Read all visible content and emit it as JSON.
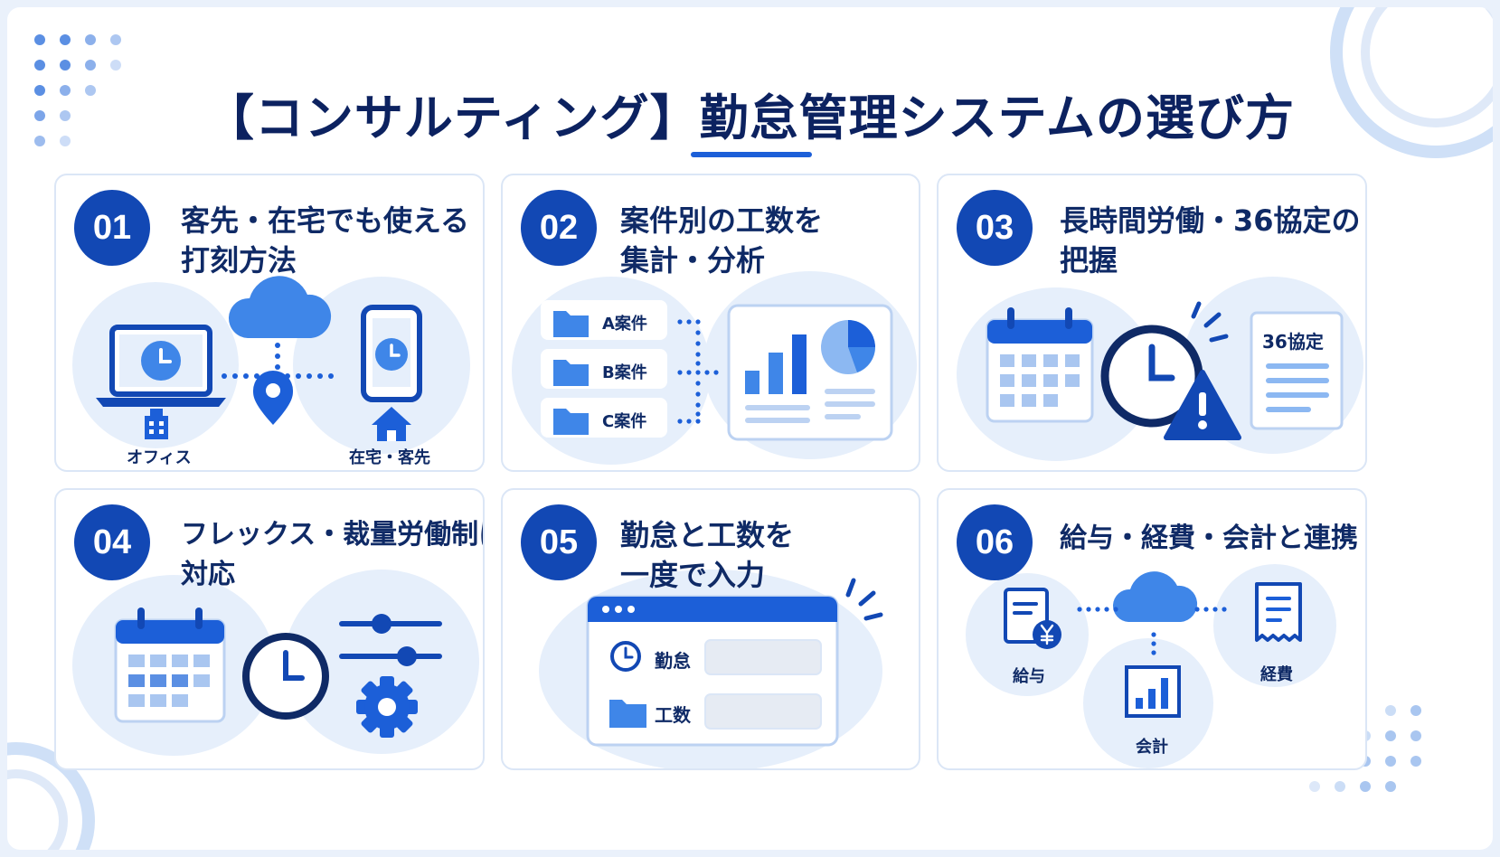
{
  "title": "【コンサルティング】勤怠管理システムの選び方",
  "colors": {
    "accent": "#1c5fd8",
    "navy": "#1248b4",
    "light": "#e6effb",
    "title": "#0c2260"
  },
  "cards": [
    {
      "num": "01",
      "title_lines": [
        "客先・在宅でも使える",
        "打刻方法"
      ],
      "labels": {
        "office": "オフィス",
        "home": "在宅・客先"
      },
      "icons": [
        "laptop-clock-icon",
        "cloud-icon",
        "location-pin-icon",
        "smartphone-clock-icon",
        "building-icon",
        "home-icon"
      ]
    },
    {
      "num": "02",
      "title_lines": [
        "案件別の工数を",
        "集計・分析"
      ],
      "labels": {
        "a": "A案件",
        "b": "B案件",
        "c": "C案件"
      },
      "icons": [
        "folder-icon",
        "dashboard-chart-icon",
        "pie-chart-icon"
      ]
    },
    {
      "num": "03",
      "title_lines": [
        "長時間労働・36協定の",
        "把握"
      ],
      "labels": {
        "doc": "36協定"
      },
      "icons": [
        "calendar-icon",
        "clock-icon",
        "warning-icon",
        "document-icon"
      ]
    },
    {
      "num": "04",
      "title_lines": [
        "フレックス・裁量労働制に",
        "対応"
      ],
      "icons": [
        "calendar-icon",
        "clock-icon",
        "sliders-icon",
        "gear-icon"
      ]
    },
    {
      "num": "05",
      "title_lines": [
        "勤怠と工数を",
        "一度で入力"
      ],
      "labels": {
        "attendance": "勤怠",
        "manhours": "工数"
      },
      "icons": [
        "browser-window-icon",
        "clock-icon",
        "folder-icon"
      ]
    },
    {
      "num": "06",
      "title_lines": [
        "給与・経費・会計と連携"
      ],
      "labels": {
        "salary": "給与",
        "accounting": "会計",
        "expenses": "経費"
      },
      "icons": [
        "payslip-yen-icon",
        "cloud-icon",
        "bar-chart-icon",
        "receipt-icon"
      ]
    }
  ]
}
